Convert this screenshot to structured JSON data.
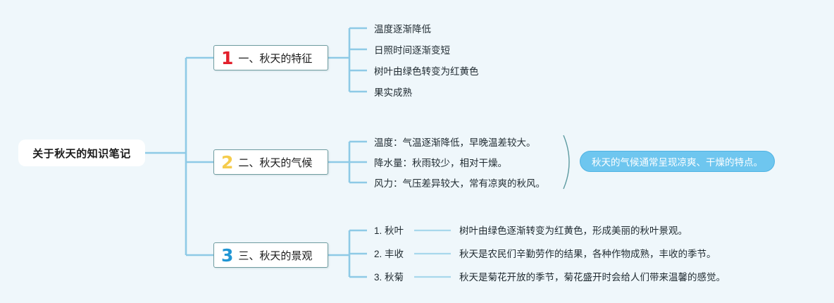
{
  "canvas": {
    "background_color": "#eff7fb",
    "wire_color": "#8ecae6",
    "brace_color": "#5c9aa0"
  },
  "root": {
    "label": "关于秋天的知识笔记"
  },
  "branches": [
    {
      "number": "1",
      "number_color": "#e2202c",
      "title": "一、秋天的特征",
      "leaves": [
        "温度逐渐降低",
        "日照时间逐渐变短",
        "树叶由绿色转变为红黄色",
        "果实成熟"
      ]
    },
    {
      "number": "2",
      "number_color": "#f5cc4d",
      "title": "二、秋天的气候",
      "leaves": [
        "温度：气温逐渐降低，早晚温差较大。",
        "降水量：秋雨较少，相对干燥。",
        "风力：气压差异较大，常有凉爽的秋风。"
      ],
      "callout": "秋天的气候通常呈现凉爽、干燥的特点。",
      "callout_color": "#6ec6ef",
      "callout_text_color": "#ffffff"
    },
    {
      "number": "3",
      "number_color": "#2196d4",
      "title": "三、秋天的景观",
      "rows": [
        {
          "label": "1. 秋叶",
          "desc": "树叶由绿色逐渐转变为红黄色，形成美丽的秋叶景观。"
        },
        {
          "label": "2. 丰收",
          "desc": "秋天是农民们辛勤劳作的结果，各种作物成熟，丰收的季节。"
        },
        {
          "label": "3. 秋菊",
          "desc": "秋天是菊花开放的季节，菊花盛开时会给人们带来温馨的感觉。"
        }
      ]
    }
  ]
}
